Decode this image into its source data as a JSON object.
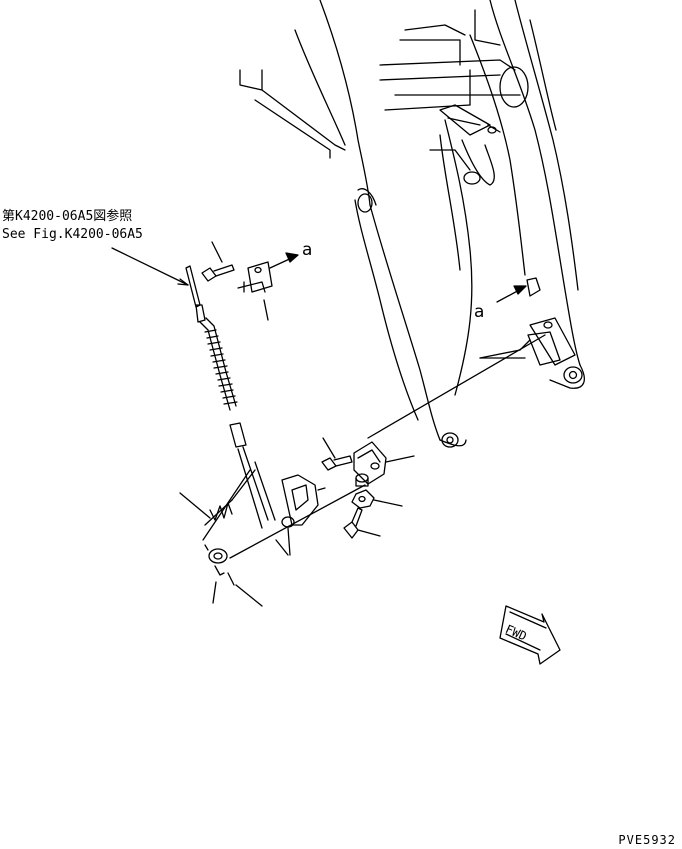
{
  "reference": {
    "jp": "第K4200-06A5図参照",
    "en": "See Fig.K4200-06A5"
  },
  "callouts": {
    "a_top": "a",
    "a_right": "a"
  },
  "direction": {
    "fwd": "FWD"
  },
  "figure_code": "PVE5932",
  "colors": {
    "line": "#000000",
    "background": "#ffffff"
  }
}
